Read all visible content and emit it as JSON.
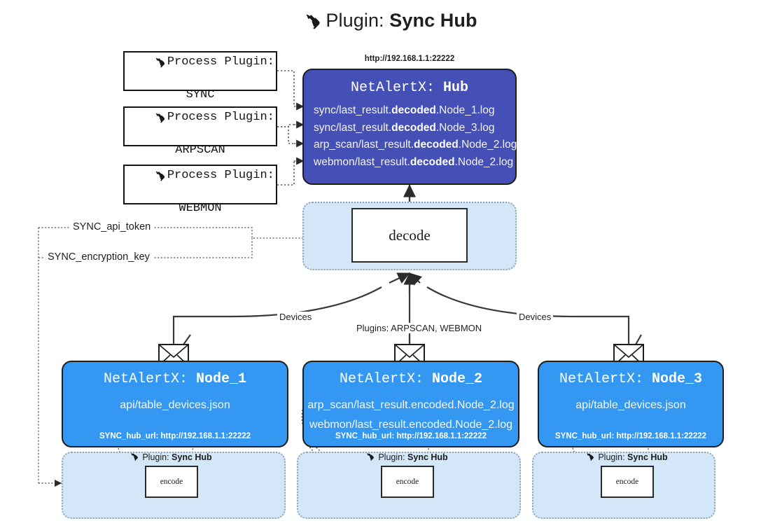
{
  "title": {
    "icon": "plug-icon",
    "prefix": "Plugin: ",
    "name": "Sync Hub"
  },
  "process_plugins": [
    {
      "icon": "plug-icon",
      "line1": "Process Plugin:",
      "line2": "SYNC"
    },
    {
      "icon": "plug-icon",
      "line1": "Process Plugin:",
      "line2": "ARPSCAN"
    },
    {
      "icon": "plug-icon",
      "line1": "Process Plugin:",
      "line2": "WEBMON"
    }
  ],
  "hub": {
    "url": "http://192.168.1.1:22222",
    "title_prefix": "NetAlertX: ",
    "title_name": "Hub",
    "logs": [
      {
        "pre": "sync/last_result.",
        "mid": "decoded",
        "post": ".Node_1.log"
      },
      {
        "pre": "sync/last_result.",
        "mid": "decoded",
        "post": ".Node_3.log"
      },
      {
        "pre": "arp_scan/last_result.",
        "mid": "decoded",
        "post": ".Node_2.log"
      },
      {
        "pre": "webmon/last_result.",
        "mid": "decoded",
        "post": ".Node_2.log"
      }
    ]
  },
  "decode": {
    "label": "decode"
  },
  "settings": [
    {
      "label": "SYNC_api_token"
    },
    {
      "label": "SYNC_encryption_key"
    }
  ],
  "edge_labels": {
    "devices_left": "Devices",
    "devices_right": "Devices",
    "plugins_center": "Plugins: ARPSCAN, WEBMON"
  },
  "nodes": [
    {
      "icon": "envelope-icon",
      "title_prefix": "NetAlertX: ",
      "title_name": "Node_1",
      "lines": [
        "api/table_devices.json"
      ],
      "url_label": "SYNC_hub_url: http://192.168.1.1:22222",
      "encode": {
        "plugin_prefix": "Plugin: ",
        "plugin_name": "Sync Hub",
        "box_label": "encode"
      }
    },
    {
      "icon": "envelope-icon",
      "title_prefix": "NetAlertX: ",
      "title_name": "Node_2",
      "lines": [
        "arp_scan/last_result.encoded.Node_2.log",
        "webmon/last_result.encoded.Node_2.log"
      ],
      "url_label": "SYNC_hub_url: http://192.168.1.1:22222",
      "encode": {
        "plugin_prefix": "Plugin: ",
        "plugin_name": "Sync Hub",
        "box_label": "encode"
      }
    },
    {
      "icon": "envelope-icon",
      "title_prefix": "NetAlertX: ",
      "title_name": "Node_3",
      "lines": [
        "api/table_devices.json"
      ],
      "url_label": "SYNC_hub_url: http://192.168.1.1:22222",
      "encode": {
        "plugin_prefix": "Plugin: ",
        "plugin_name": "Sync Hub",
        "box_label": "encode"
      }
    }
  ],
  "colors": {
    "hub_fill": "#4450b5",
    "node_fill": "#3498f2",
    "container_fill": "#d3e7f8",
    "stroke": "#1d1d1d",
    "dotted_stroke": "#8fa6b8"
  }
}
